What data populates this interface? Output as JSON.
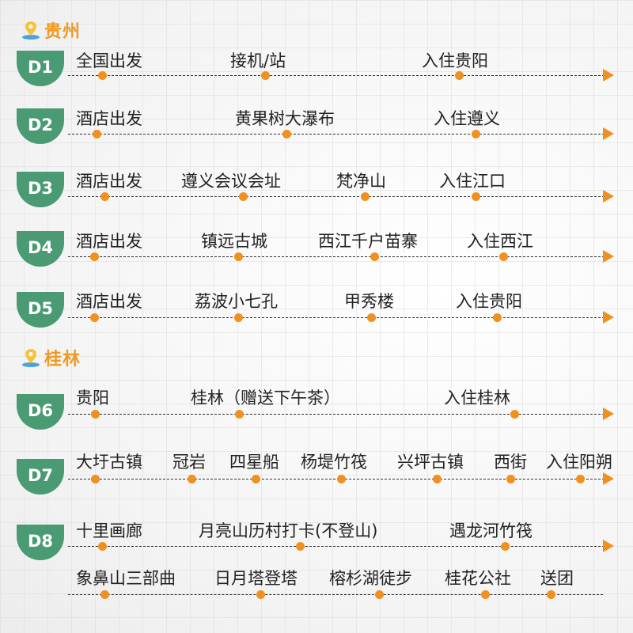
{
  "colors": {
    "badge_green": "#4a9a74",
    "accent_orange": "#f0901f",
    "region_orange": "#ee9a27",
    "text_dark": "#222222"
  },
  "regions": [
    {
      "name": "贵州",
      "icon": "location-pin-icon"
    },
    {
      "name": "桂林",
      "icon": "location-pin-icon"
    }
  ],
  "days": [
    {
      "label": "D1",
      "region": "贵州",
      "stops": [
        "全国出发",
        "接机/站",
        "入住贵阳"
      ]
    },
    {
      "label": "D2",
      "region": "贵州",
      "stops": [
        "酒店出发",
        "黄果树大瀑布",
        "入住遵义"
      ]
    },
    {
      "label": "D3",
      "region": "贵州",
      "stops": [
        "酒店出发",
        "遵义会议会址",
        "梵净山",
        "入住江口"
      ]
    },
    {
      "label": "D4",
      "region": "贵州",
      "stops": [
        "酒店出发",
        "镇远古城",
        "西江千户苗寨",
        "入住西江"
      ]
    },
    {
      "label": "D5",
      "region": "贵州",
      "stops": [
        "酒店出发",
        "荔波小七孔",
        "甲秀楼",
        "入住贵阳"
      ]
    },
    {
      "label": "D6",
      "region": "桂林",
      "stops": [
        "贵阳",
        "桂林（赠送下午茶）",
        "入住桂林"
      ]
    },
    {
      "label": "D7",
      "region": "桂林",
      "stops": [
        "大圩古镇",
        "冠岩",
        "四星船",
        "杨堤竹筏",
        "兴坪古镇",
        "西街",
        "入住阳朔"
      ]
    },
    {
      "label": "D8",
      "region": "桂林",
      "stops": [
        "十里画廊",
        "月亮山历村打卡(不登山)",
        "遇龙河竹筏"
      ],
      "stops_line2": [
        "象鼻山三部曲",
        "日月塔登塔",
        "榕杉湖徒步",
        "桂花公社",
        "送团"
      ]
    }
  ]
}
